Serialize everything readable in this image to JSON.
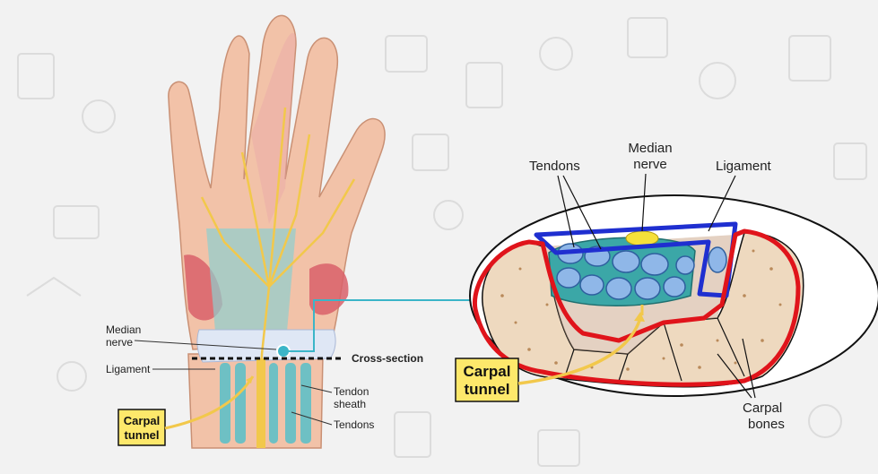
{
  "hand_labels": {
    "median_nerve_line1": "Median",
    "median_nerve_line2": "nerve",
    "ligament": "Ligament",
    "cross_section": "Cross-section",
    "tendon_sheath_line1": "Tendon",
    "tendon_sheath_line2": "sheath",
    "tendons": "Tendons",
    "carpal_tunnel_line1": "Carpal",
    "carpal_tunnel_line2": "tunnel"
  },
  "section_labels": {
    "tendons": "Tendons",
    "median_nerve_line1": "Median",
    "median_nerve_line2": "nerve",
    "ligament": "Ligament",
    "carpal_tunnel_line1": "Carpal",
    "carpal_tunnel_line2": "tunnel",
    "carpal_bones_line1": "Carpal",
    "carpal_bones_line2": "bones"
  },
  "colors": {
    "background": "#f2f2f2",
    "skin": "#f2c2a8",
    "muscle": "#d9606a",
    "tendon_sheath": "#5fb3b3",
    "nerve": "#f2c84b",
    "bone": "#eed9bf",
    "highlight_red": "#e0141b",
    "highlight_blue": "#1f2fd0",
    "label_box": "#fde86b",
    "cyan_connector": "#3bb5c8"
  }
}
